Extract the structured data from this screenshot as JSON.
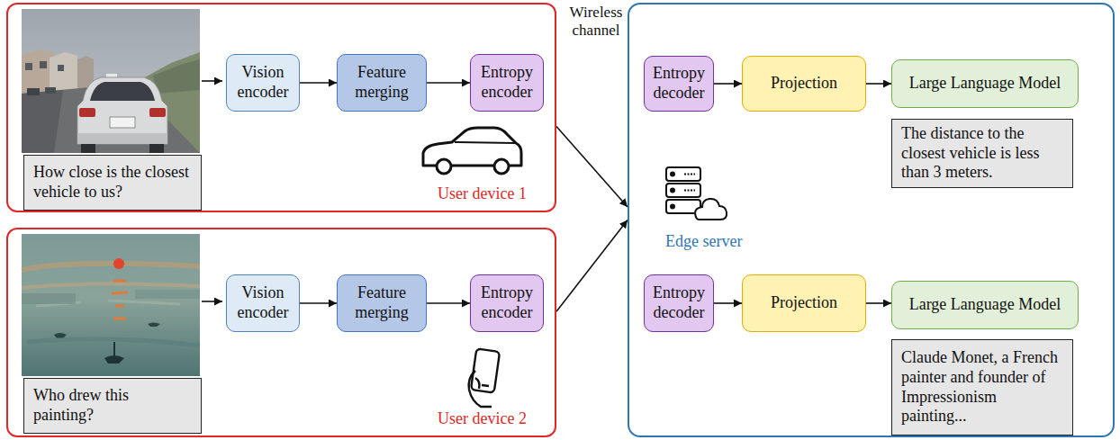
{
  "diagram": {
    "nodes": [
      {
        "text": [
          "User device 1"
        ]
      },
      {
        "text": [
          "How close is the closest vehicle to us?"
        ],
        "in": 0
      },
      {
        "text": [
          "Vision encoder"
        ],
        "in": 0
      },
      {
        "text": [
          "Feature merging"
        ],
        "in": 0
      },
      {
        "text": [
          "Entropy encoder"
        ],
        "in": 0
      },
      {
        "text": [
          "User device 2"
        ]
      },
      {
        "text": [
          "Who drew this painting?"
        ],
        "in": 5
      },
      {
        "text": [
          "Vision encoder"
        ],
        "in": 5
      },
      {
        "text": [
          "Feature merging"
        ],
        "in": 5
      },
      {
        "text": [
          "Entropy encoder"
        ],
        "in": 5
      },
      {
        "text": [
          "Edge server"
        ]
      },
      {
        "text": [
          "Entropy decoder"
        ],
        "in": 10
      },
      {
        "text": [
          "Projection"
        ],
        "in": 10
      },
      {
        "text": [
          "Large Language Model"
        ],
        "in": 10
      },
      {
        "text": [
          "The distance to the closest vehicle is less than 3 meters."
        ],
        "in": 10
      },
      {
        "text": [
          "Entropy decoder"
        ],
        "in": 10
      },
      {
        "text": [
          "Projection"
        ],
        "in": 10
      },
      {
        "text": [
          "Large Language Model"
        ],
        "in": 10
      },
      {
        "text": [
          "Claude Monet, a French painter and founder of Impressionism painting..."
        ],
        "in": 10
      }
    ],
    "edges": [
      {
        "from": 2,
        "to": 3,
        "arrow": "to"
      },
      {
        "from": 3,
        "to": 4,
        "arrow": "to"
      },
      {
        "from": 7,
        "to": 8,
        "arrow": "to"
      },
      {
        "from": 8,
        "to": 9,
        "arrow": "to"
      },
      {
        "from": 0,
        "to": 10,
        "arrow": "to"
      },
      {
        "from": 5,
        "to": 10,
        "arrow": "to"
      },
      {
        "from": 11,
        "to": 12,
        "arrow": "to"
      },
      {
        "from": 12,
        "to": 13,
        "arrow": "to"
      },
      {
        "from": 15,
        "to": 16,
        "arrow": "to"
      },
      {
        "from": 16,
        "to": 17,
        "arrow": "to"
      }
    ],
    "labels": [
      "Wireless channel"
    ]
  }
}
